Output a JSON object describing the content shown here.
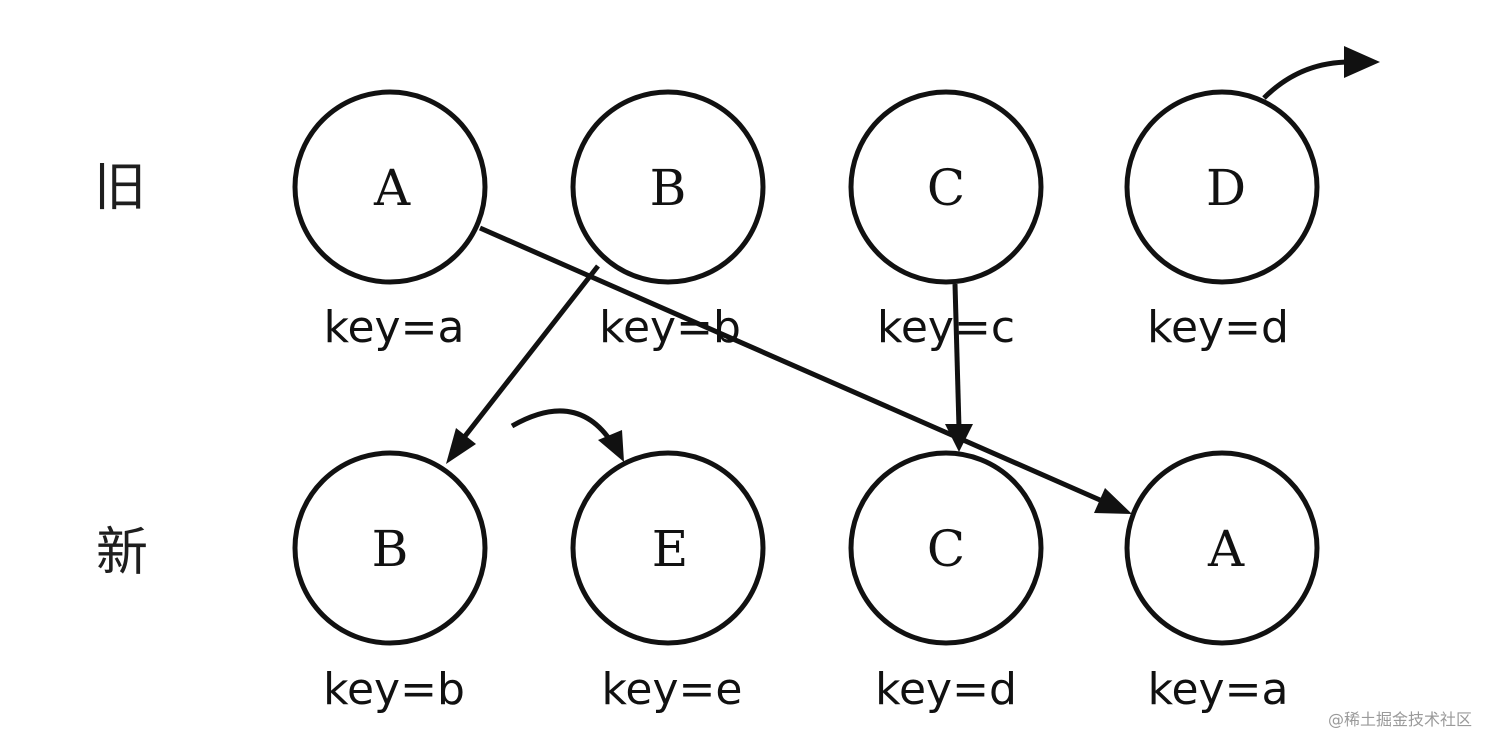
{
  "row_labels": {
    "old": "旧",
    "new": "新"
  },
  "old_nodes": [
    {
      "letter": "A",
      "key": "key=a"
    },
    {
      "letter": "B",
      "key": "key=b"
    },
    {
      "letter": "C",
      "key": "key=c"
    },
    {
      "letter": "D",
      "key": "key=d"
    }
  ],
  "new_nodes": [
    {
      "letter": "B",
      "key": "key=b"
    },
    {
      "letter": "E",
      "key": "key=e"
    },
    {
      "letter": "C",
      "key": "key=d"
    },
    {
      "letter": "A",
      "key": "key=a"
    }
  ],
  "watermark": "@稀土掘金技术社区"
}
